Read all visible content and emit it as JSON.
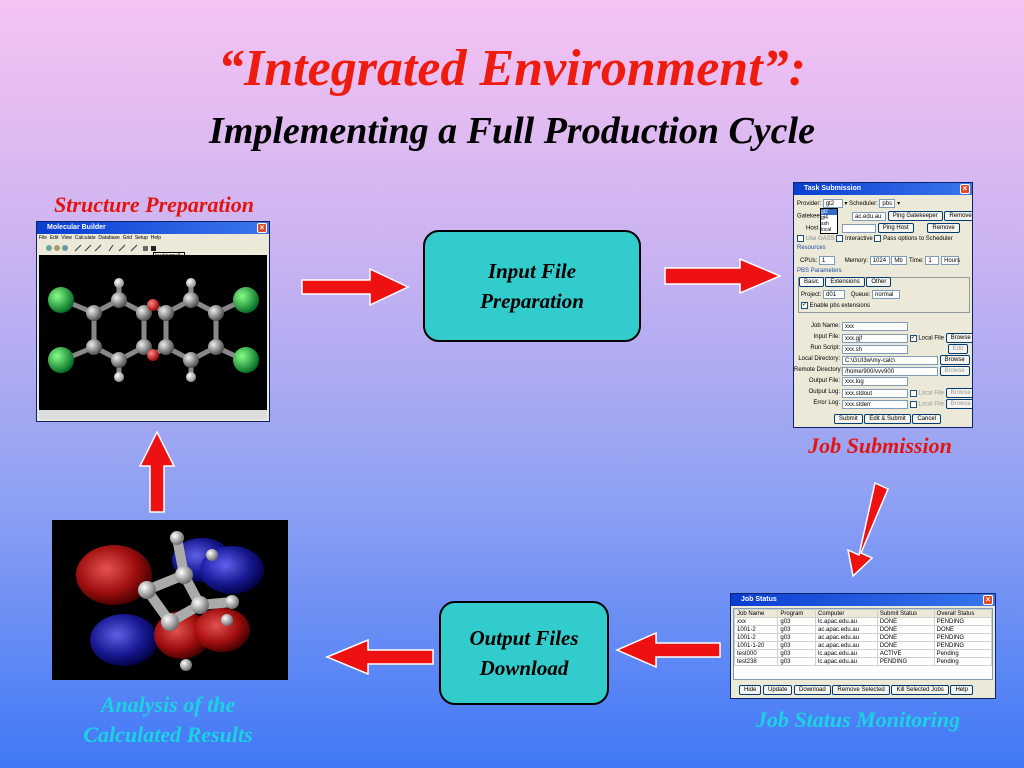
{
  "title": "“Integrated Environment”:",
  "subtitle": "Implementing a Full Production Cycle",
  "labels": {
    "structure": "Structure Preparation",
    "job_submission": "Job Submission",
    "job_status_monitoring": "Job Status Monitoring",
    "analysis_line1": "Analysis of the",
    "analysis_line2": "Calculated Results"
  },
  "boxes": {
    "input_line1": "Input File",
    "input_line2": "Preparation",
    "output_line1": "Output Files",
    "output_line2": "Download"
  },
  "colors": {
    "title": "#ee1c0e",
    "teal_box": "#33cccc",
    "arrow": "#ee1111",
    "label_teal": "#1bd3e0"
  },
  "molecular_builder": {
    "title": "Molecular Builder",
    "menu": [
      "File",
      "Edit",
      "View",
      "Calculate",
      "Database",
      "Grid",
      "Setup",
      "Help"
    ],
    "tooltip": "loadingmolly"
  },
  "task_submission": {
    "title": "Task Submission",
    "provider_label": "Provider:",
    "provider_value": "gt2",
    "provider_options": [
      "gt2",
      "gt4",
      "ssh",
      "local"
    ],
    "scheduler_label": "Scheduler:",
    "scheduler_value": "pbs",
    "gatekeeper_label": "Gatekeeper",
    "gatekeeper_value": "ac.edu.au",
    "ping_gatekeeper": "Ping Gatekeeper",
    "remove": "Remove",
    "host_label": "Host",
    "ping_host": "Ping Host",
    "use_gass": "Use GASS",
    "interactive": "Interactive",
    "pass_options": "Pass options to Scheduler",
    "resources": "Resources",
    "cpus_label": "CPUs:",
    "cpus_value": "1",
    "memory_label": "Memory:",
    "memory_value": "1024",
    "memory_unit": "Mb",
    "time_label": "Time:",
    "time_value": "1",
    "time_unit": "Hours",
    "pbs_params": "PBS Parameters",
    "tabs": [
      "Basic",
      "Extensions",
      "Other"
    ],
    "project_label": "Project:",
    "project_value": "d01",
    "queue_label": "Queue:",
    "queue_value": "normal",
    "enable_pbs": "Enable pbs extensions",
    "job_name_label": "Job Name:",
    "job_name_value": "xxx",
    "input_file_label": "Input File:",
    "input_file_value": "xxx.gjf",
    "local_file": "Local File",
    "browse": "Browse",
    "run_script_label": "Run Script:",
    "run_script_value": "xxx.sh",
    "edit": "Edit",
    "local_dir_label": "Local Directory:",
    "local_dir_value": "C:\\GUI3w\\my-calc\\",
    "remote_dir_label": "Remote Directory:",
    "remote_dir_value": "/home/900/vvv900",
    "output_file_label": "Output File:",
    "output_file_value": "xxx.log",
    "output_log_label": "Output Log:",
    "output_log_value": "xxx.stdout",
    "error_log_label": "Error Log:",
    "error_log_value": "xxx.stderr",
    "submit": "Submit",
    "edit_submit": "Edit & Submit",
    "cancel": "Cancel"
  },
  "job_status": {
    "title": "Job Status",
    "columns": [
      "Job Name",
      "Program",
      "Computer",
      "Submit Status",
      "Overall Status"
    ],
    "rows": [
      [
        "xxx",
        "g03",
        "lc.apac.edu.au",
        "DONE",
        "PENDING"
      ],
      [
        "1001-2",
        "g03",
        "ac.apac.edu.au",
        "DONE",
        "DONE"
      ],
      [
        "1001-2",
        "g03",
        "ac.apac.edu.au",
        "DONE",
        "PENDING"
      ],
      [
        "1001-1-20",
        "g03",
        "ac.apac.edu.au",
        "DONE",
        "PENDING"
      ],
      [
        "test000",
        "g03",
        "lc.apac.edu.au",
        "ACTIVE",
        "Pending"
      ],
      [
        "test238",
        "g03",
        "lc.apac.edu.au",
        "PENDING",
        "Pending"
      ]
    ],
    "buttons": [
      "Hide",
      "Update",
      "Download",
      "Remove Selected",
      "Kill Selected Jobs",
      "Help"
    ]
  }
}
